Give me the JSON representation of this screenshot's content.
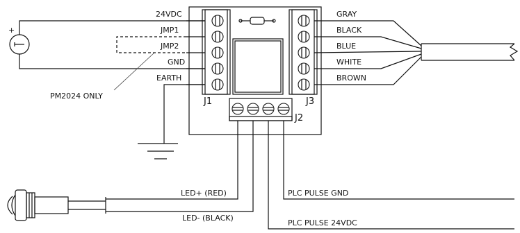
{
  "j1": {
    "label": "J1",
    "pins": [
      "24VDC",
      "JMP1",
      "JMP2",
      "GND",
      "EARTH"
    ]
  },
  "j3": {
    "label": "J3",
    "pins": [
      "GRAY",
      "BLACK",
      "BLUE",
      "WHITE",
      "BROWN"
    ]
  },
  "j2": {
    "label": "J2"
  },
  "supply": {
    "plus_label": "+"
  },
  "note": {
    "pm2024": "PM2024 ONLY"
  },
  "led": {
    "plus_label": "LED+ (RED)",
    "minus_label": "LED- (BLACK)"
  },
  "plc": {
    "gnd_label": "PLC PULSE GND",
    "v24_label": "PLC PULSE 24VDC"
  }
}
